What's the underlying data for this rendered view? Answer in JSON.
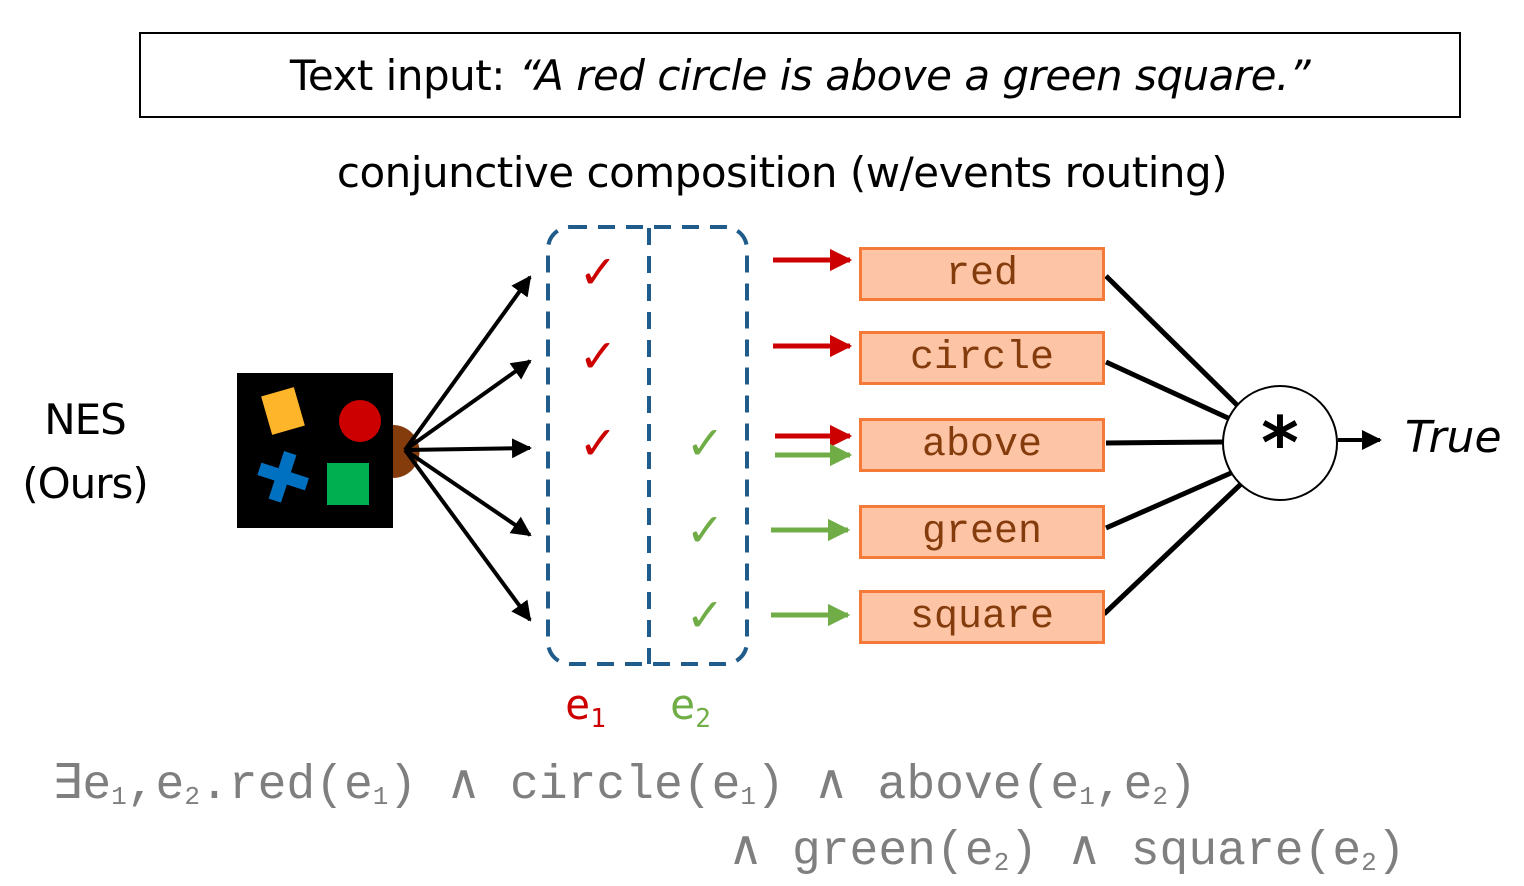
{
  "title": {
    "prefix": "Text input:",
    "quote": "“A red circle is above a green square.”"
  },
  "subtitle": "conjunctive composition (w/events routing)",
  "method": {
    "line1": "NES",
    "line2": "(Ours)"
  },
  "scene_image": {
    "background": "#000000",
    "objects": [
      {
        "shape": "square-rotated",
        "color": "#ffb52a"
      },
      {
        "shape": "circle",
        "color": "#cc0000"
      },
      {
        "shape": "cross",
        "color": "#0070c0"
      },
      {
        "shape": "square",
        "color": "#00b050"
      }
    ],
    "encoder_color": "#843c0c"
  },
  "events": [
    {
      "label": "e",
      "sub": "1",
      "color": "#cc0000"
    },
    {
      "label": "e",
      "sub": "2",
      "color": "#70ad47"
    }
  ],
  "event_box_color": "#1f5c8b",
  "functions": [
    {
      "name": "red",
      "e1": true,
      "e2": false
    },
    {
      "name": "circle",
      "e1": true,
      "e2": false
    },
    {
      "name": "above",
      "e1": true,
      "e2": true
    },
    {
      "name": "green",
      "e1": false,
      "e2": true
    },
    {
      "name": "square",
      "e1": false,
      "e2": true
    }
  ],
  "check_glyph": "✓",
  "aggregator": {
    "symbol": "*",
    "output": "True"
  },
  "formula": {
    "line1": [
      {
        "t": "∃e"
      },
      {
        "s": "1"
      },
      {
        "t": ",e"
      },
      {
        "s": "2"
      },
      {
        "t": ".red(e"
      },
      {
        "s": "1"
      },
      {
        "t": ") ∧ circle(e"
      },
      {
        "s": "1"
      },
      {
        "t": ") ∧ above(e"
      },
      {
        "s": "1"
      },
      {
        "t": ",e"
      },
      {
        "s": "2"
      },
      {
        "t": ")"
      }
    ],
    "line2": [
      {
        "t": "∧ green(e"
      },
      {
        "s": "2"
      },
      {
        "t": ") ∧ square(e"
      },
      {
        "s": "2"
      },
      {
        "t": ")"
      }
    ]
  }
}
